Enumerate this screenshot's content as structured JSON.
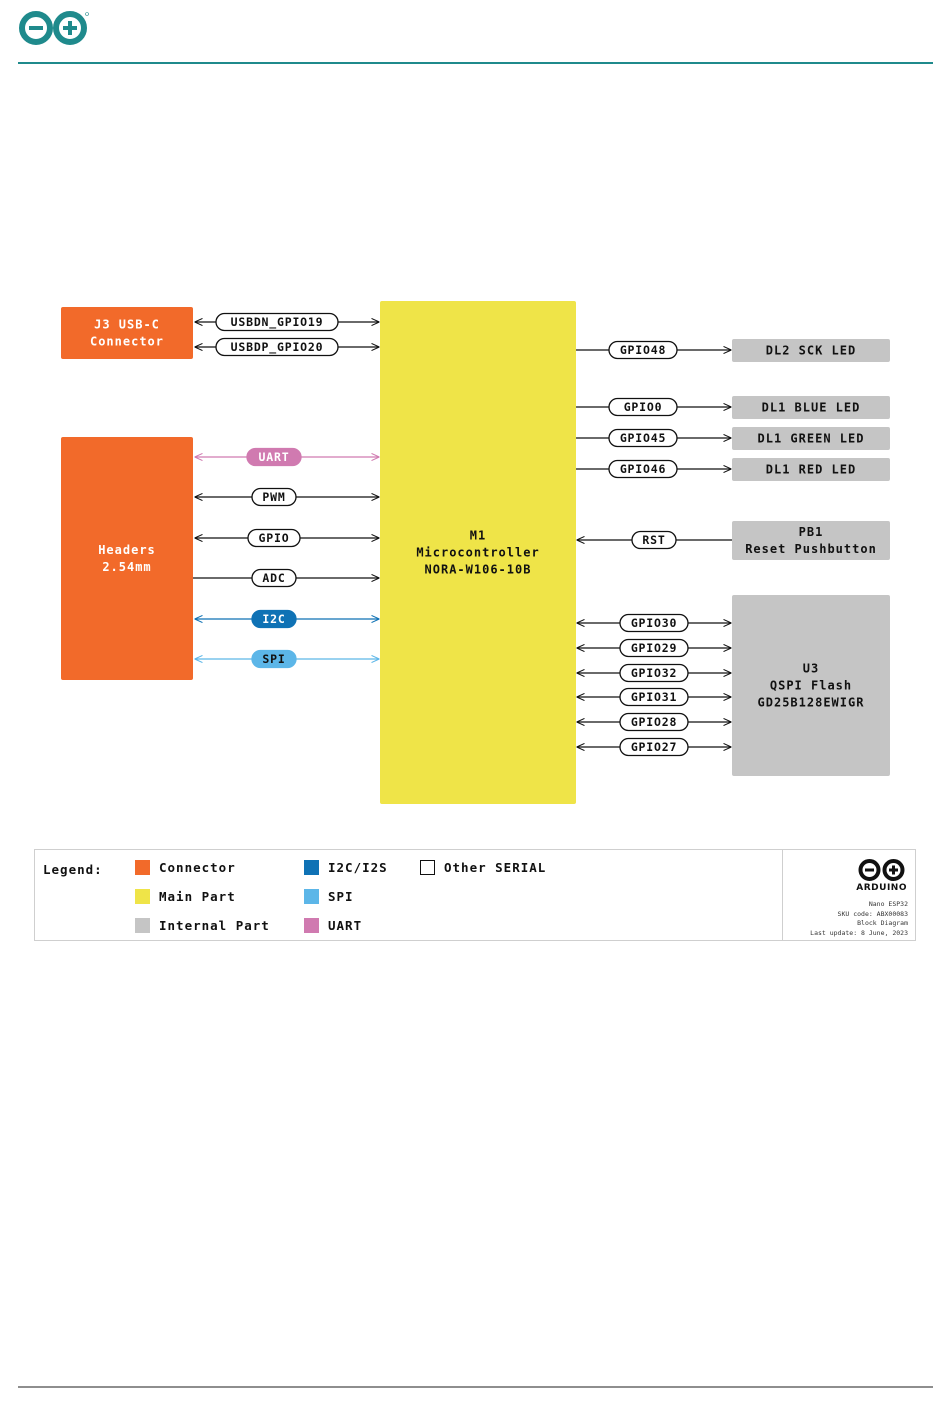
{
  "colors": {
    "connector": "#f26a2a",
    "main_part": "#efe448",
    "internal_part": "#c5c5c5",
    "i2c_i2s": "#0f72b5",
    "spi": "#5cb6e8",
    "uart": "#d07ab0",
    "brand_teal": "#1f8a8c"
  },
  "icons": {
    "logo": "arduino-infinity-logo"
  },
  "blocks": {
    "usb": {
      "lines": [
        "J3 USB-C",
        "Connector"
      ]
    },
    "headers": {
      "lines": [
        "Headers",
        "2.54mm"
      ]
    },
    "mcu": {
      "lines": [
        "M1",
        "Microcontroller",
        "NORA-W106-10B"
      ]
    },
    "dl2": {
      "lines": [
        "DL2 SCK LED"
      ]
    },
    "dl1_blue": {
      "lines": [
        "DL1 BLUE LED"
      ]
    },
    "dl1_green": {
      "lines": [
        "DL1 GREEN LED"
      ]
    },
    "dl1_red": {
      "lines": [
        "DL1 RED LED"
      ]
    },
    "pb1": {
      "lines": [
        "PB1",
        "Reset Pushbutton"
      ]
    },
    "flash": {
      "lines": [
        "U3",
        "QSPI Flash",
        "GD25B128EWIGR"
      ]
    }
  },
  "signals": {
    "usbdn": "USBDN_GPIO19",
    "usbdp": "USBDP_GPIO20",
    "uart": "UART",
    "pwm": "PWM",
    "gpio": "GPIO",
    "adc": "ADC",
    "i2c": "I2C",
    "spi": "SPI",
    "gpio48": "GPIO48",
    "gpio0": "GPIO0",
    "gpio45": "GPIO45",
    "gpio46": "GPIO46",
    "rst": "RST",
    "gpio30": "GPIO30",
    "gpio29": "GPIO29",
    "gpio32": "GPIO32",
    "gpio31": "GPIO31",
    "gpio28": "GPIO28",
    "gpio27": "GPIO27"
  },
  "legend": {
    "title": "Legend:",
    "connector": "Connector",
    "main_part": "Main Part",
    "internal_part": "Internal Part",
    "i2c_i2s": "I2C/I2S",
    "spi": "SPI",
    "uart": "UART",
    "other_serial": "Other SERIAL"
  },
  "brand": {
    "name": "ARDUINO",
    "product": "Nano ESP32",
    "sku": "SKU code: ABX00083",
    "doc": "Block Diagram",
    "updated": "Last update: 8 June, 2023"
  }
}
